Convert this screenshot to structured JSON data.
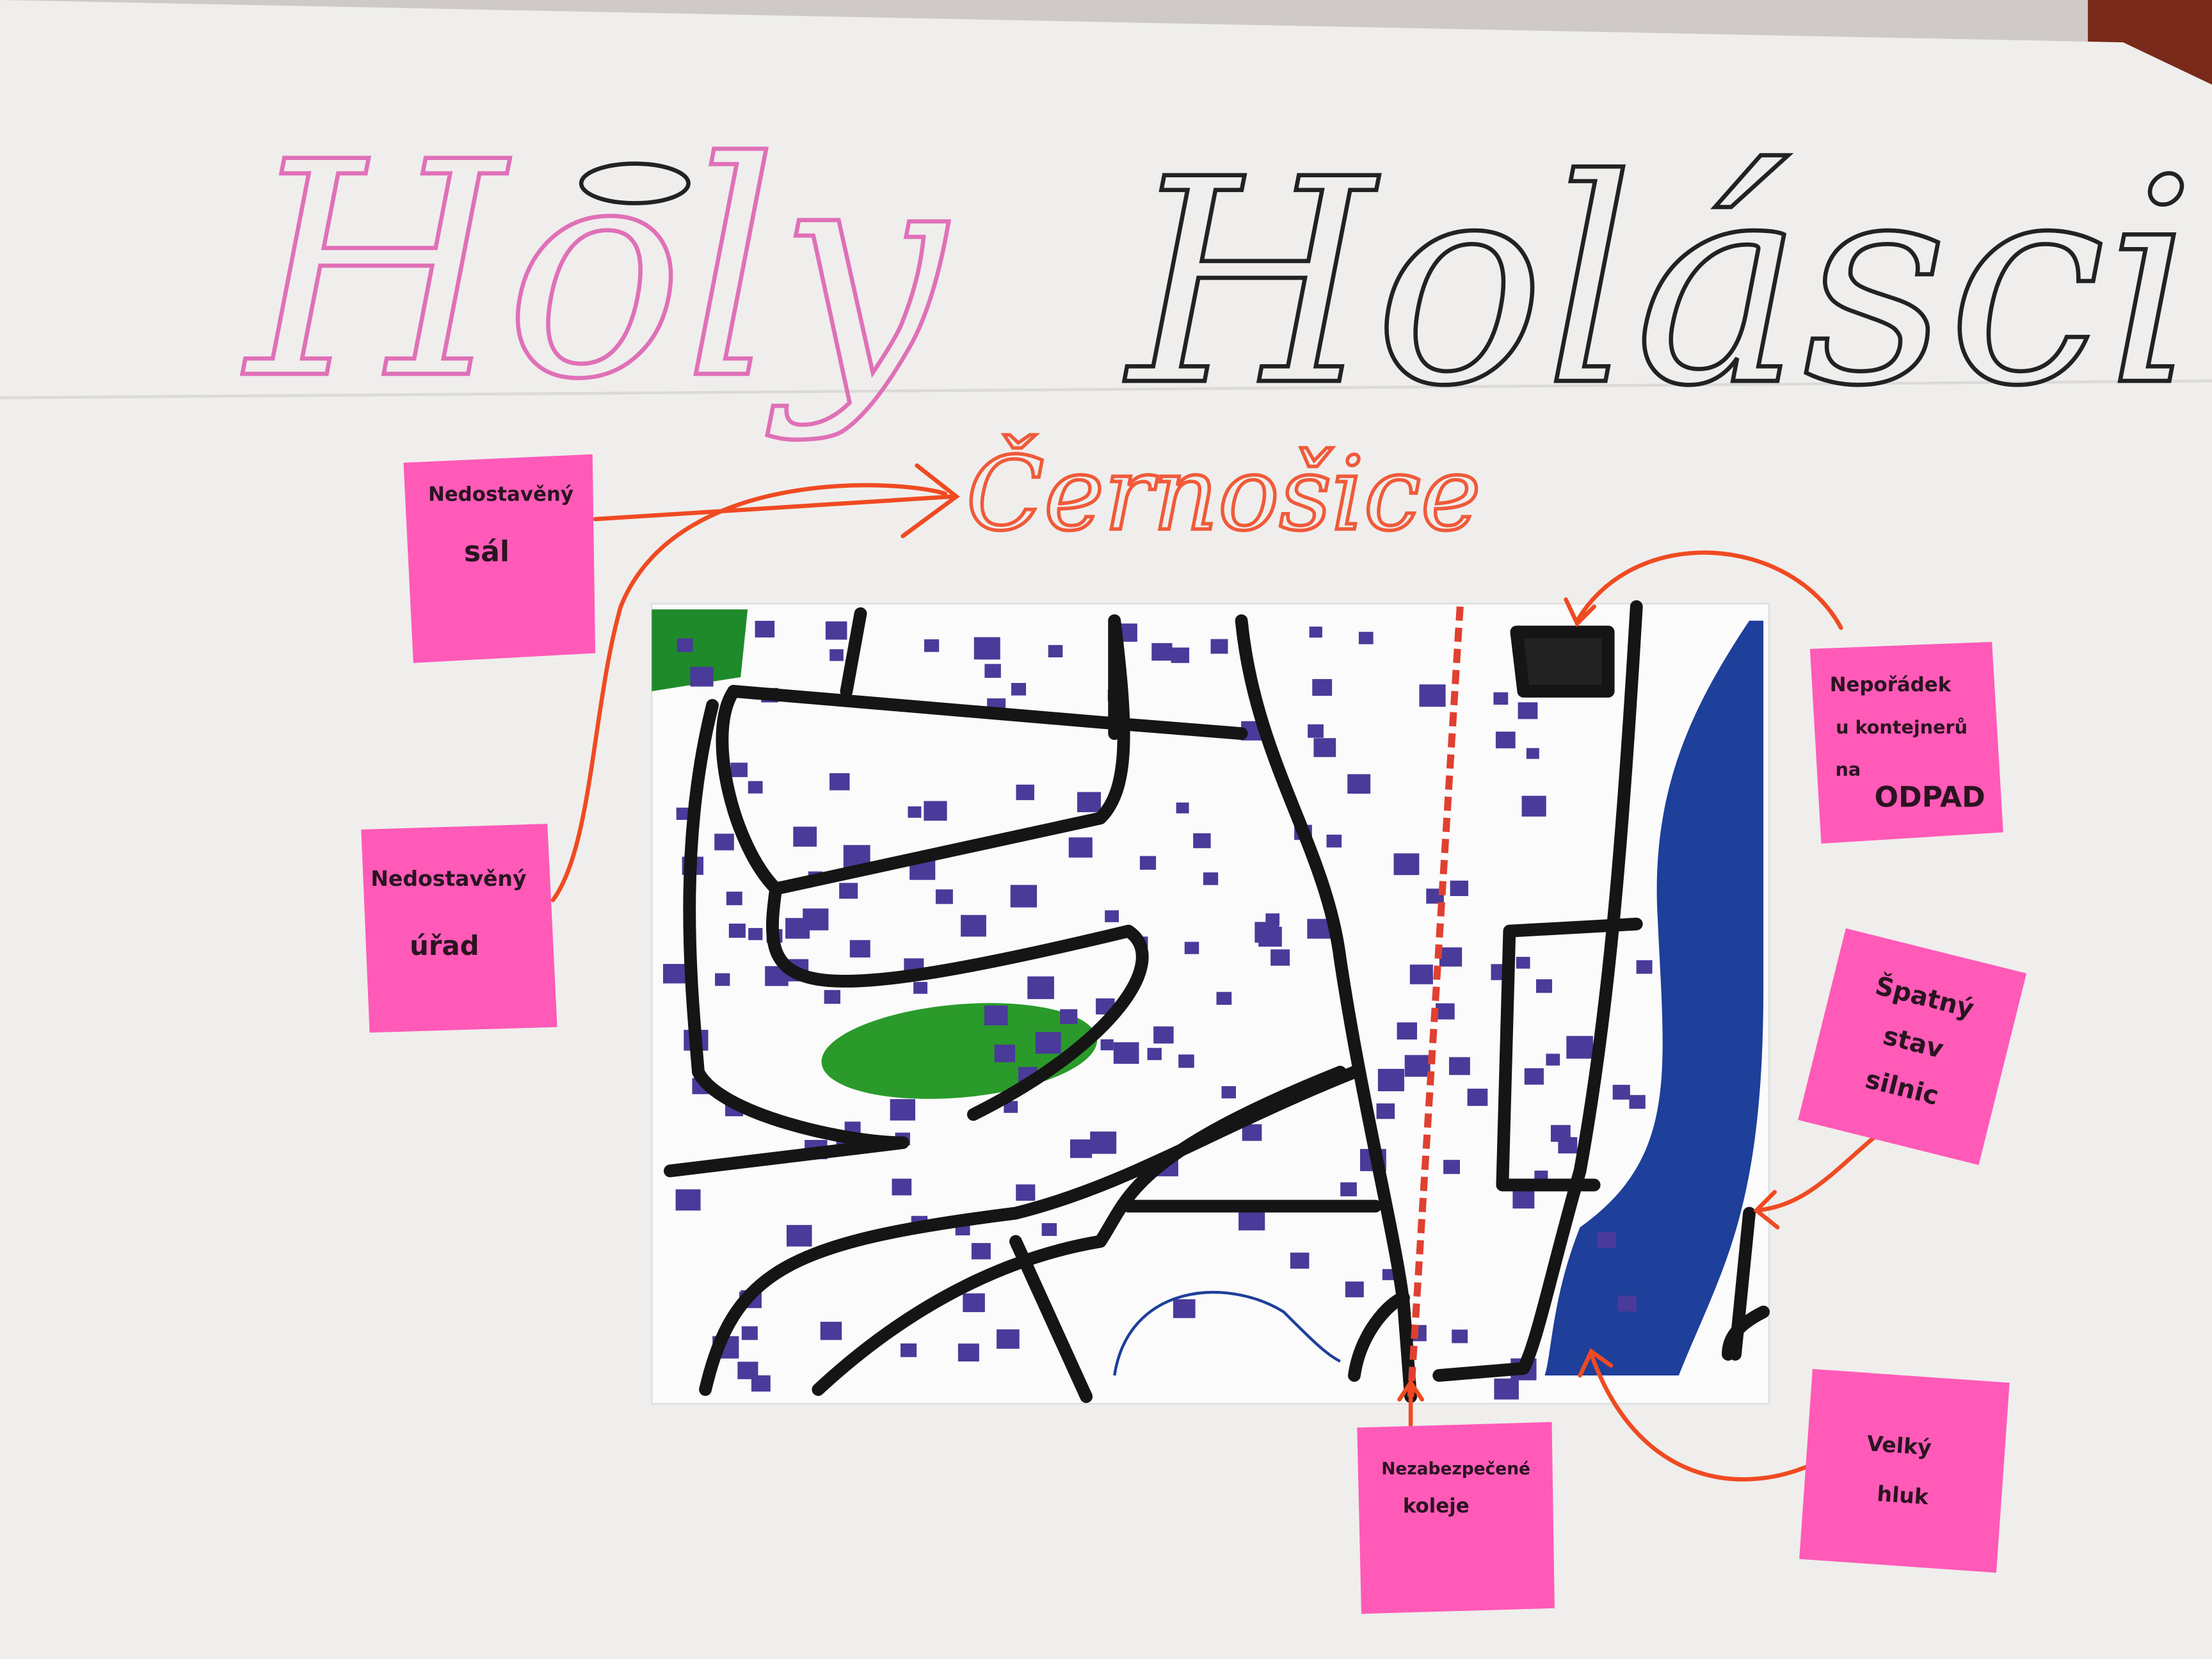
{
  "poster": {
    "title_part1": "Holy",
    "title_part2": "Holásci",
    "town": "Černošice"
  },
  "notes": [
    {
      "lines": [
        "Nedostavěný",
        "sál"
      ]
    },
    {
      "lines": [
        "Nedostavěný",
        "úřad"
      ]
    },
    {
      "lines": [
        "Nepořádek",
        "u kontejnerů",
        "na",
        "ODPAD"
      ]
    },
    {
      "lines": [
        "Špatný",
        "stav",
        "silnic"
      ]
    },
    {
      "lines": [
        "Nezabezpečené",
        "koleje"
      ]
    },
    {
      "lines": [
        "Velký",
        "hluk"
      ]
    }
  ],
  "colors": {
    "paper": "#eeeeec",
    "note": "#ff5ab8",
    "arrow": "#f04a22",
    "road": "#151515",
    "house": "#4a3a9a",
    "river": "#1e3f9a",
    "park": "#2a9a2a"
  }
}
